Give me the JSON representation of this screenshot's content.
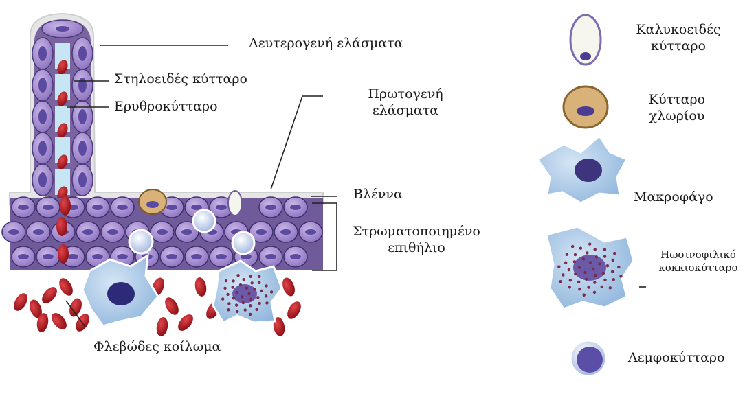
{
  "diagram": {
    "labels": {
      "secondary_lamellae": "Δευτερογενή ελάσματα",
      "pillar_cell": "Στηλοειδές κύτταρο",
      "erythrocyte": "Ερυθροκύτταρο",
      "primary_lamellae": [
        "Πρωτογενή",
        "ελάσματα"
      ],
      "mucus": "Βλέννα",
      "stratified_epithelium": [
        "Στρωματοποιημένο",
        "επιθήλιο"
      ],
      "venous_cavity": "Φλεβώδες κοίλωμα"
    },
    "legend": [
      {
        "icon": "goblet-cell-icon",
        "lines": [
          "Καλυκοειδές",
          "κύτταρο"
        ]
      },
      {
        "icon": "chloride-cell-icon",
        "lines": [
          "Κύτταρο",
          "χλωρίου"
        ]
      },
      {
        "icon": "macrophage-icon",
        "lines": [
          "Μακροφάγο"
        ]
      },
      {
        "icon": "eosinophil-icon",
        "lines": [
          "Ηωσινοφιλικό",
          "κοκκιοκύτταρο"
        ]
      },
      {
        "icon": "lymphocyte-icon",
        "lines": [
          "Λεμφοκύτταρο"
        ]
      }
    ],
    "colors": {
      "epithelial_cell": "#a98fd0",
      "nucleus": "#5b4aa0",
      "erythrocyte": "#b01c22",
      "pillar_cell": "#bfe3f2",
      "chloride_cell": "#d9b27a",
      "macrophage": "#a9c9e8",
      "lamella_outline": "#d8d8d8"
    }
  }
}
